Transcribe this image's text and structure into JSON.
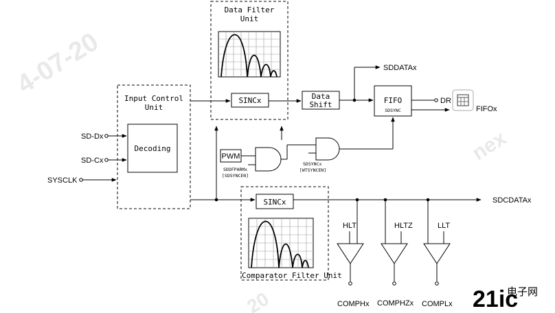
{
  "watermark": {
    "date_text": "4-07-20",
    "brand_text": "21ic",
    "cn_text": "电子网",
    "faint_text": "nex",
    "faint_num": "20"
  },
  "blocks": {
    "data_filter_unit": {
      "line1": "Data Filter",
      "line2": "Unit"
    },
    "input_control_unit": {
      "line1": "Input Control",
      "line2": "Unit"
    },
    "decoding": "Decoding",
    "sinc_top": "SINCx",
    "sinc_bottom": "SINCx",
    "data_shift": {
      "line1": "Data",
      "line2": "Shift"
    },
    "fifo": {
      "label": "FIFO",
      "sub": "SDSYNC"
    },
    "pwm": "PWM",
    "comparator_filter_unit": "Comparator Filter Unit"
  },
  "signals": {
    "sd_dx": "SD-Dx",
    "sd_cx": "SD-Cx",
    "sysclk": "SYSCLK",
    "sddatax": "SDDATAx",
    "dr": "DR",
    "fifox": "FIFOx",
    "sdcdatax": "SDCDATAx",
    "sddfparm_1": "SDDFPARMx",
    "sddfparm_2": "[SDSYNCEN]",
    "sdsync_1": "SDSYNCx",
    "sdsync_2": "[WTSYNCEN]",
    "hlt": "HLT",
    "hltz": "HLTZ",
    "llt": "LLT",
    "comphx": "COMPHx",
    "comphzx": "COMPHZx",
    "complx": "COMPLx"
  },
  "icons": {
    "fifo_badge": "calculator-icon"
  }
}
